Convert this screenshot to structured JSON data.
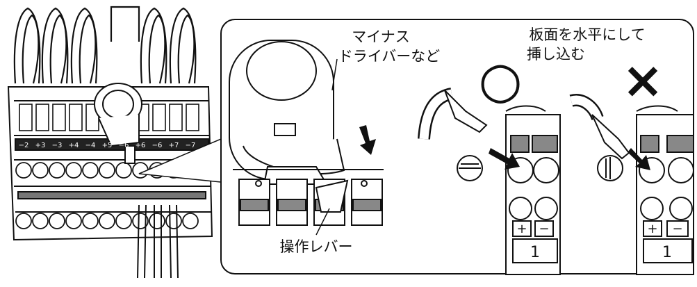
{
  "callouts": {
    "screwdriver": [
      "マイナス",
      "ドライバーなど"
    ],
    "insert_instruction": [
      "板面を水平にして",
      "挿し込む"
    ],
    "lever": "操作レバー"
  },
  "marks": {
    "correct": "○",
    "incorrect": "×"
  },
  "terminal_labels": {
    "plus": "+",
    "minus": "−",
    "number": "1"
  },
  "overview_terminal_labels": [
    "−2",
    "+3",
    "−3",
    "+4",
    "−4",
    "+5",
    "−6",
    "+6",
    "−6",
    "+7",
    "−7"
  ]
}
